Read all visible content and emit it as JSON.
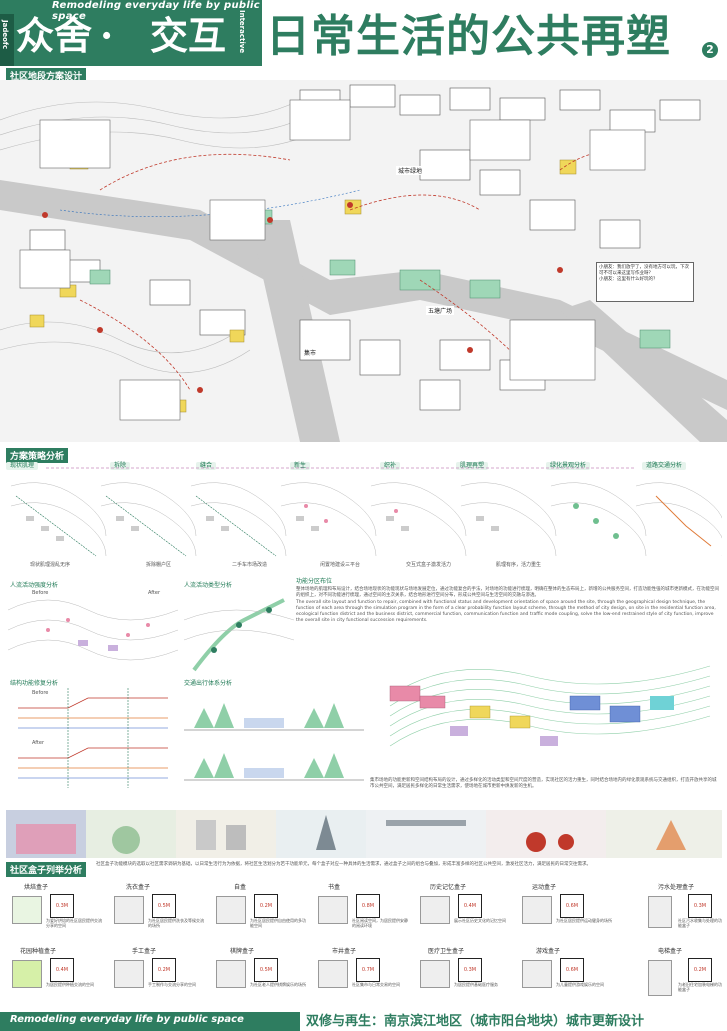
{
  "header": {
    "ribbon_en": "Remodeling everyday life  by  public space",
    "badge_side": "Interactive",
    "badge_side2": "Jadeofc",
    "title_part1": "众舍",
    "title_dot": "·",
    "title_part2": "交互",
    "title_main": "日常生活的公共再塑",
    "page_no": "2"
  },
  "sections": {
    "site_plan": "社区地段方案设计",
    "strategy": "方案策略分析",
    "box_series": "社区盒子列举分析"
  },
  "site_labels": {
    "label_a": "五塘广场",
    "label_b": "城市绿地",
    "label_c": "集市"
  },
  "speech_bubble": {
    "line1": "小朋友：我们放学了，没有地方可以玩，下次可不可以来这里写作业呀？",
    "line2": "小朋友：这里有什么好玩的？"
  },
  "strategy_steps": [
    {
      "label": "现状肌理"
    },
    {
      "label": "拆除"
    },
    {
      "label": "缝合"
    },
    {
      "label": "新生"
    },
    {
      "label": "织补"
    },
    {
      "label": "肌理再塑"
    },
    {
      "label": "绿化景观分析"
    },
    {
      "label": "道路交通分析"
    }
  ],
  "strategy_captions": [
    "现状肌理混乱无序",
    "拆除棚户区",
    "二手车市场改造",
    "闲置地建设三平台",
    "交互式盒子激发活力",
    "肌理有序，活力重生"
  ],
  "analysis": {
    "people_flow": "人流活动强度分析",
    "people_type": "人流活动类型分析",
    "function": "功能分区布位",
    "structure": "结构功能修复分析",
    "traffic": "交通出行体系分析",
    "before": "Before",
    "after": "After",
    "function_text_zh": "整体场地的肌理和布局设计，结合场地现状的功能现状与场地发展定位，通过功能复合的手法，对场地的功能进行梳理，明确在整体的生态布局上，新增的公共服务空间，打造功能性强的城市更新模式，在功能空间的组织上，对不同功能进行梳理，通过空间的主次关系，结合地形进行空间分布，形成公共空间与生活空间的交融与渗透。",
    "function_text_en": "The overall site layout and function to repair, combined with functional status and development orientation of space around the site, through the geographical design technique, the function of each area through the simulation program in the form of a clear probability function layout scheme, through the method of city design, on site in the residential function area, ecological function district and the business district, commercial function, communication function and traffic mode coupling, solve the low-end restrained style of city function, improve the overall site in city functional succession requirements.",
    "function_text_bottom": "集市场地的功能更新和空间结构布局的设计，通过多样化的活动类型和空间尺度的营造，实现社区的活力重生，同时结合场地内的绿化景观系统与交通组织，打造开放共享的城市公共空间，满足居民多样化的日常生活需求，使场地在城市更新中焕发新的生机。"
  },
  "box_intro": "社区盒子功能模块的选取以社区需求调研为基础，以日常生活行为为依据，将社区生活划分为若干功能单元，每个盒子对应一种具体的生活需求，通过盒子之间的组合与叠加，形成丰富多样的社区公共空间，激发社区活力，满足居民的日常交往需求。",
  "boxes_row1": [
    {
      "name": "烘焙盒子",
      "stat": "0.3M",
      "desc": "为爱好烘焙的社区居民提供交流分享的空间"
    },
    {
      "name": "洗衣盒子",
      "stat": "0.5M",
      "desc": "为社区居民提供洗衣及等候交流的场所"
    },
    {
      "name": "自盒",
      "stat": "0.2M",
      "desc": "为社区居民提供自由使用的多功能空间"
    },
    {
      "name": "书盒",
      "stat": "0.8M",
      "desc": "社区阅读空间，为居民提供安静的阅读环境"
    },
    {
      "name": "历史记忆盒子",
      "stat": "0.4M",
      "desc": "展示社区历史文化的记忆空间"
    },
    {
      "name": "运动盒子",
      "stat": "0.6M",
      "desc": "为社区居民提供运动健身的场所"
    },
    {
      "name": "污水处理盒子",
      "stat": "0.3M",
      "desc": "社区污水收集与处理的功能盒子"
    }
  ],
  "boxes_row2": [
    {
      "name": "花园种植盒子",
      "stat": "0.4M",
      "desc": "为居民提供种植交流的空间"
    },
    {
      "name": "手工盒子",
      "stat": "0.2M",
      "desc": "手工制作与交流分享的空间"
    },
    {
      "name": "棋牌盒子",
      "stat": "0.5M",
      "desc": "为社区老人提供棋牌娱乐的场所"
    },
    {
      "name": "市井盒子",
      "stat": "0.7M",
      "desc": "社区集市与日常交易的空间"
    },
    {
      "name": "医疗卫生盒子",
      "stat": "0.3M",
      "desc": "为居民提供基础医疗服务"
    },
    {
      "name": "游戏盒子",
      "stat": "0.6M",
      "desc": "为儿童提供游戏娱乐的空间"
    },
    {
      "name": "电梯盒子",
      "stat": "0.2M",
      "desc": "为老旧住宅加装电梯的功能盒子"
    }
  ],
  "footer": {
    "en": "Remodeling everyday life  by  public space",
    "zh": "双修与再生：南京滨江地区（城市阳台地块）城市更新设计"
  },
  "colors": {
    "brand_green": "#2e7d60",
    "accent_red": "#c0392b",
    "accent_yellow": "#f0d75a",
    "road_gray": "#c9c9c9"
  }
}
